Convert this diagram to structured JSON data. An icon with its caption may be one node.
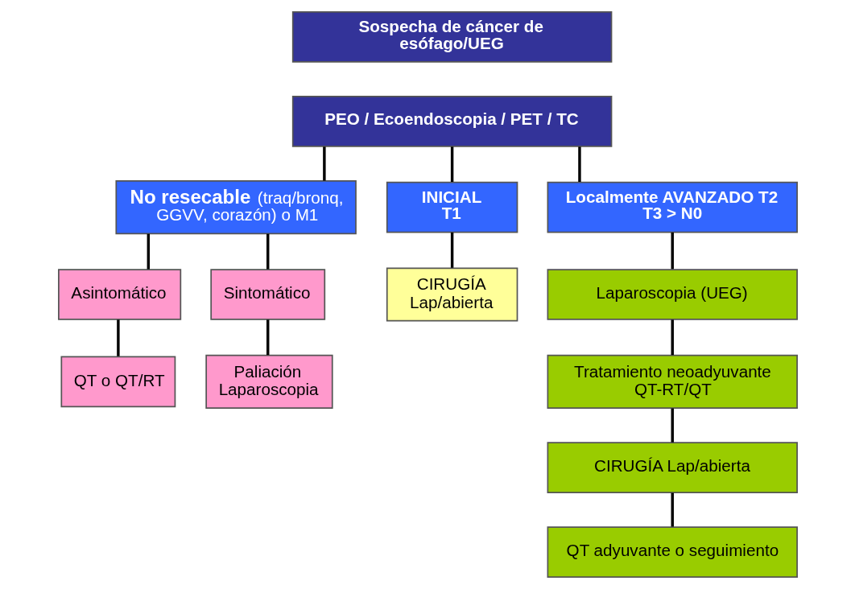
{
  "diagram": {
    "nodes": [
      {
        "text": [
          "Sospecha de cáncer de esófago/UEG"
        ]
      },
      {
        "text": [
          "PEO / Ecoendoscopia / PET / TC"
        ]
      },
      {
        "text": [
          "**No resecable** (traq/bronq, GGVV, corazón) o M1"
        ]
      },
      {
        "text": [
          "INICIAL T1"
        ]
      },
      {
        "text": [
          "Localmente AVANZADO T2 T3 > N0"
        ]
      },
      {
        "text": [
          "Asintomático"
        ]
      },
      {
        "text": [
          "Sintomático"
        ]
      },
      {
        "text": [
          "QT o QT/RT"
        ]
      },
      {
        "text": [
          "Paliación Laparoscopia"
        ]
      },
      {
        "text": [
          "CIRUGÍA Lap/abierta"
        ]
      },
      {
        "text": [
          "Laparoscopia (UEG)"
        ]
      },
      {
        "text": [
          "Tratamiento neoadyuvante QT-RT/QT"
        ]
      },
      {
        "text": [
          "CIRUGÍA Lap/abierta"
        ]
      },
      {
        "text": [
          "QT adyuvante o seguimiento"
        ]
      }
    ],
    "edges": [
      {
        "from": 1,
        "to": 2,
        "arrow": "none"
      },
      {
        "from": 1,
        "to": 3,
        "arrow": "none"
      },
      {
        "from": 1,
        "to": 4,
        "arrow": "none"
      },
      {
        "from": 2,
        "to": 5,
        "arrow": "none"
      },
      {
        "from": 2,
        "to": 6,
        "arrow": "none"
      },
      {
        "from": 5,
        "to": 7,
        "arrow": "none"
      },
      {
        "from": 6,
        "to": 8,
        "arrow": "none"
      },
      {
        "from": 3,
        "to": 9,
        "arrow": "none"
      },
      {
        "from": 4,
        "to": 10,
        "arrow": "none"
      },
      {
        "from": 10,
        "to": 11,
        "arrow": "none"
      },
      {
        "from": 11,
        "to": 12,
        "arrow": "none"
      },
      {
        "from": 12,
        "to": 13,
        "arrow": "none"
      }
    ]
  }
}
